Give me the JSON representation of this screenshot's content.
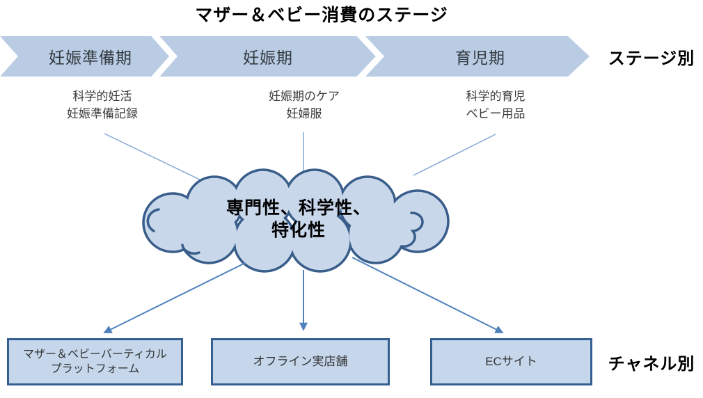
{
  "title": "マザー＆ベビー消費のステージ",
  "stages": {
    "side_label": "ステージ別",
    "items": [
      {
        "label": "妊娠準備期",
        "line1": "科学的妊活",
        "line2": "妊娠準備記録"
      },
      {
        "label": "妊娠期",
        "line1": "妊娠期のケア",
        "line2": "妊婦服"
      },
      {
        "label": "育児期",
        "line1": "科学的育児",
        "line2": "ベビー用品"
      }
    ]
  },
  "cloud": {
    "line1": "専門性、科学性、",
    "line2": "特化性"
  },
  "channels": {
    "side_label": "チャネル別",
    "boxes": [
      {
        "line1": "マザー＆ベビーバーティカル",
        "line2": "プラットフォーム"
      },
      {
        "line1": "オフライン実店舗",
        "line2": ""
      },
      {
        "line1": "ECサイト",
        "line2": ""
      }
    ]
  },
  "colors": {
    "band_fill": "#b9cce4",
    "shape_fill": "#c9d7ea",
    "shape_border": "#385d8a",
    "arrow": "#4f81bd",
    "thin_line": "#84a7d3"
  }
}
